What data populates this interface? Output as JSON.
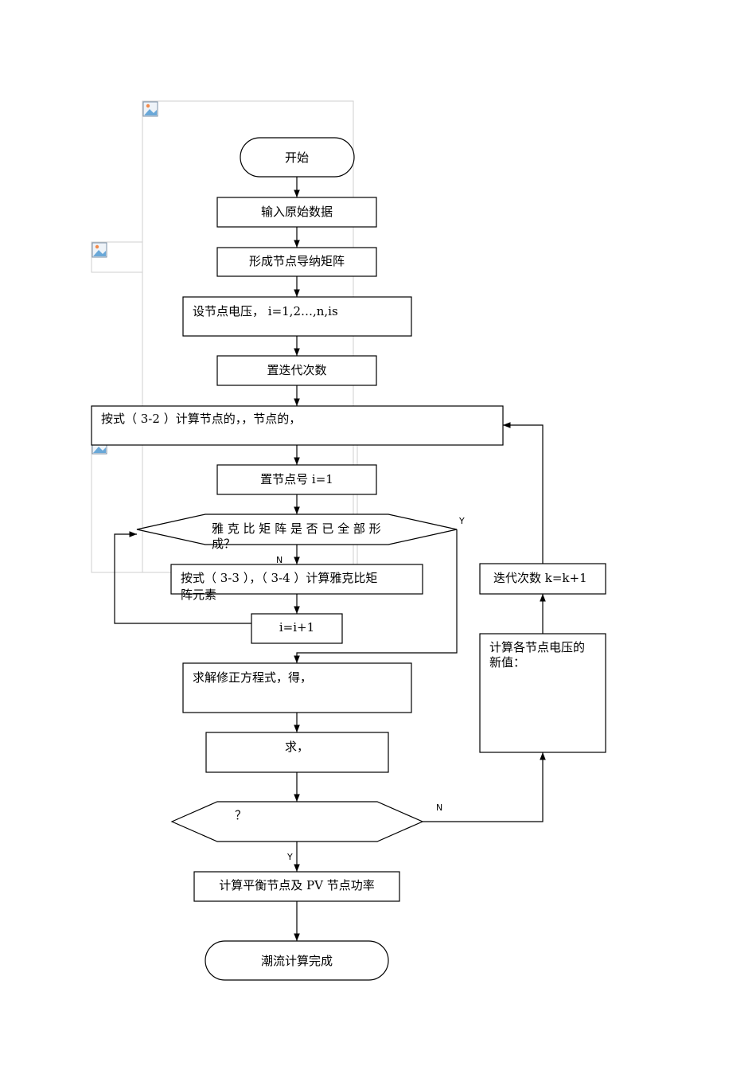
{
  "nodes": {
    "start": "开始",
    "input": "输入原始数据",
    "admittance": "形成节点导纳矩阵",
    "set_voltage": "设节点电压， i=1,2…,n,is",
    "set_iteration": "置迭代次数",
    "calc_32": "按式（ 3-2 ）计算节点的，，节点的，",
    "set_node": "置节点号 i=1",
    "jacobian_q_line1": "雅 克 比 矩 阵 是 否 已 全 部 形",
    "jacobian_q_line2": "成？",
    "calc_34_line1": "按式（ 3-3 ），（ 3-4 ）计算雅克比矩",
    "calc_34_line2": "阵元素",
    "increment": "i=i+1",
    "solve": "求解修正方程式，得，",
    "find": "求，",
    "converge_q": "？",
    "balance_power": "计算平衡节点及 PV 节点功率",
    "finish": "潮流计算完成",
    "new_voltage_line1": "计算各节点电压的",
    "new_voltage_line2": "新值：",
    "iter_update": "迭代次数   k=k+1"
  },
  "edge_labels": {
    "jac_yes": "Y",
    "jac_no": "N",
    "conv_no": "N",
    "conv_yes": "Y"
  },
  "icons": [
    "broken-image-icon",
    "broken-image-icon",
    "broken-image-icon"
  ]
}
